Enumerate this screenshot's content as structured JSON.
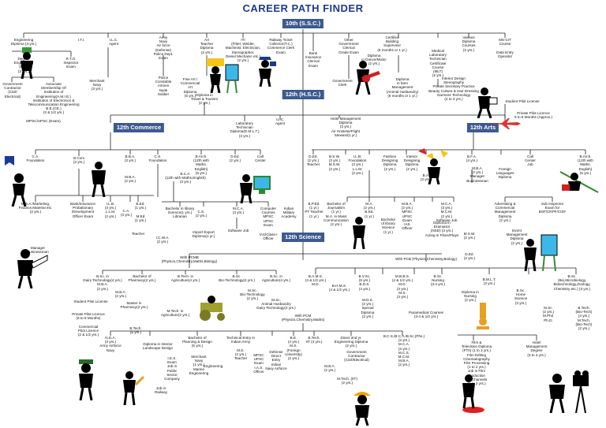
{
  "title": "CAREER PATH FINDER",
  "boxes": [
    {
      "id": "ssc",
      "label": "10th (S.S.C.)"
    },
    {
      "id": "hsc",
      "label": "12th (H.S.C.)"
    },
    {
      "id": "commerce",
      "label": "12th Commerce"
    },
    {
      "id": "arts",
      "label": "12th Arts"
    },
    {
      "id": "science",
      "label": "12th Science"
    }
  ],
  "nodes": [
    {
      "id": "n1",
      "text": "Engineering\nDiploma (3 yrs.)"
    },
    {
      "id": "n2",
      "text": "Degree\nEngineering\n(B.E.)\n(3 yrs.)"
    },
    {
      "id": "n3",
      "text": "R.T.O.\nInspector\nExam"
    },
    {
      "id": "n4",
      "text": "Government\nContractor\n(Civil/\nElectrical)"
    },
    {
      "id": "n5",
      "text": "Associate\nMembership Of\nInstitution of\nEngineering(A.M.I.E.)\nInstitution of Electronics &\nTelecommunication Engineering\nB.E.(CE.)\n(3 & 1/2 yrs.)"
    },
    {
      "id": "n6",
      "text": "Merchant\nNavy\n(3 yrs.)"
    },
    {
      "id": "n7",
      "text": "MPSC/UPSC (Exam)"
    },
    {
      "id": "n8",
      "text": "I.T.I."
    },
    {
      "id": "n9",
      "text": "I.L.C.\nAgent"
    },
    {
      "id": "n10",
      "text": "Army\nNavy\nAir force\n(Defense)\nPolice Dept.\nExam"
    },
    {
      "id": "n11",
      "text": "Police\nConstable\nAirmen\nNyak\nSoldier"
    },
    {
      "id": "n12",
      "text": "Art\nTeacher\nDiploma\n(2 yrs.)"
    },
    {
      "id": "n13",
      "text": "Fine Art /\nCommercial\nArt\nDiploma\n(5 yrs.)"
    },
    {
      "id": "n14",
      "text": "ITI\n(Fitter, Welder,\nMachinist, Electrician,\nStenographer,\nDiesel Mechanic etc.)\n(2 yrs.)"
    },
    {
      "id": "n15",
      "text": "Railway Ticket\nCollector(T.C.)\nCommerce Clerk\nExam"
    },
    {
      "id": "n16",
      "text": "Bank\nInsurance\nClerical\nExam"
    },
    {
      "id": "n17",
      "text": "Other\nGovernment\nClerical\nGrade Exam"
    },
    {
      "id": "n18",
      "text": "Government\nClerk"
    },
    {
      "id": "n19",
      "text": "Certified\nBuilding\nSupervisor\n(6 months or 1 yr.)"
    },
    {
      "id": "n20",
      "text": "Diploma\nin Dance/Music\n(2 yrs.)"
    },
    {
      "id": "n21",
      "text": "Diploma\nin farm\nManagement\n(Animal Husbandry)\n(6 months or 1 yr.)"
    },
    {
      "id": "n22",
      "text": "Medical\nLaboratory\nTechnician\nCertificate\nCourse\n(MLT)\n(2 yrs.)"
    },
    {
      "id": "n23",
      "text": "Various\nDiploma\nCourses\n(2 yrs.)"
    },
    {
      "id": "n24",
      "text": "MS-CIT\nCourse\n\nData Entry\nOperator"
    },
    {
      "id": "n25",
      "text": "Interior Design\nStenography\nPrivate Secretary Practice\nBeauty Culture & Hair Dressing\nGarment Technology\n(2 to 3 yrs.)"
    },
    {
      "id": "n26",
      "text": "Student Pilot License"
    },
    {
      "id": "n27",
      "text": "Private Pilot Licence\n6 to 8 Months (Approx.)"
    },
    {
      "id": "n28",
      "text": "Diploma in\nTravel & Tourism\n(2 yrs.)"
    },
    {
      "id": "n29",
      "text": "Laboratory\nTechnician\nDiploma(D.M.L.T.)\n(3 yrs.)"
    },
    {
      "id": "n30",
      "text": "I.L.C.\nAgent"
    },
    {
      "id": "n31",
      "text": "Hotel Management\nDiploma\n(3 yrs.)\nAir Hostess/Flight\nSteward(1 yr.)"
    },
    {
      "id": "n32",
      "text": "C.A.\nFoundation"
    },
    {
      "id": "n33",
      "text": "B.Com\n(3 yrs.)"
    },
    {
      "id": "n34",
      "text": "B.B.A.\n(3 yrs.)"
    },
    {
      "id": "n35",
      "text": "C.S.\nFoundation"
    },
    {
      "id": "n36",
      "text": "B.Arch.\n(12th with\nMaths,\nEnglish)\n(5 yrs.)"
    },
    {
      "id": "n37",
      "text": "D.Ed.\n(2 yrs.)"
    },
    {
      "id": "n38",
      "text": "Call\nCenter"
    },
    {
      "id": "n39",
      "text": "B.C.A.\n(12th with Maths,English)\n(3 yrs.)"
    },
    {
      "id": "n40",
      "text": "M.B.A.\n(2 yrs.)"
    },
    {
      "id": "n41",
      "text": "M.B.A./Marketing,\nFinance,Material etc.\n(2 yrs.)"
    },
    {
      "id": "n42",
      "text": "Bank/Insurance\nProbationary\n/Development\nOfficer Exam"
    },
    {
      "id": "n43",
      "text": "I.C.W.A.\n(2 yrs.)"
    },
    {
      "id": "n44",
      "text": "I.L.B.\n(3 yrs.)\nL.L.M.\n(2 yrs.)"
    },
    {
      "id": "n45",
      "text": "C.A.\n(3 yrs.)"
    },
    {
      "id": "n46",
      "text": "B.Ed.\n(1 yrs.)\n\nM.Ed\n(1 yrs.)"
    },
    {
      "id": "n47",
      "text": "Teacher"
    },
    {
      "id": "n48",
      "text": "Manager\nBusinessman"
    },
    {
      "id": "n49",
      "text": "Bachelor in library\nScience(1 yrs.)\nLibrarian"
    },
    {
      "id": "n50",
      "text": "C.S.\n(2 yrs.)"
    },
    {
      "id": "n51",
      "text": "M.C.A.\n(3 yrs.)"
    },
    {
      "id": "n52",
      "text": "Computer\nCourses\nMPSC\nUPSC\nExam"
    },
    {
      "id": "n53",
      "text": "Indian\nMilitary\nAcademy"
    },
    {
      "id": "n54",
      "text": "Import Export\nDiploma(1 yr.)"
    },
    {
      "id": "n55",
      "text": "Software Job"
    },
    {
      "id": "n56",
      "text": "IAS/Class-I\nOfficer"
    },
    {
      "id": "n57",
      "text": "D.Ed.\n(2 yrs.)\nTeacher"
    },
    {
      "id": "n58",
      "text": "B.S.W.\n(3 yrs.)\nM.S.W.\n(2 yrs.)"
    },
    {
      "id": "n59",
      "text": "I.L.B.\nFoundation\n(3 yrs.)\nL.L.M.\n(2 yrs.)"
    },
    {
      "id": "n60",
      "text": "Fashion\nDesigning\nDiploma\n(2 yrs.)"
    },
    {
      "id": "n61",
      "text": "Interior\nDesigning\nDiploma\n(2 yrs.)"
    },
    {
      "id": "n62",
      "text": "B.A.\n(3 yrs.)"
    },
    {
      "id": "n63",
      "text": "B.F.A.\n(4 yrs.)"
    },
    {
      "id": "n64",
      "text": "Foreign\nLanguages\nDiploma"
    },
    {
      "id": "n65",
      "text": "Call\nCenter\nJob"
    },
    {
      "id": "n66",
      "text": "B.Arch.\n(12th with Maths,\nEnglish)\n(5 yrs.)"
    },
    {
      "id": "n67",
      "text": "M.B.A.\n(2 yrs.)\nManager\nBusinessman"
    },
    {
      "id": "n68",
      "text": "Advertising &\nCommercial\nManagement\nDiploma\n(2 yrs.)"
    },
    {
      "id": "n69",
      "text": "Sub Inspector\nExam for\nBSF/CRPF/CISF"
    },
    {
      "id": "n70",
      "text": "Event\nManagement\nDiploma\n(2 yrs.)"
    },
    {
      "id": "n71",
      "text": "B.P.Ed.\n(1 yr.)\nPT Teacher\n(1 yr.)"
    },
    {
      "id": "n72",
      "text": "Bachelor of\nJournalism\n(1 yr.)\nM.A. in Mass\nCommunication\n(2 yrs.)"
    },
    {
      "id": "n73",
      "text": "M.A.\n(2 yrs.)\nB.Ed.\n(1 yr.)"
    },
    {
      "id": "n74",
      "text": "M.B.A.\n(2 yrs.)\nMPSC\nUPSC\nExam\nIAS\nOfficer"
    },
    {
      "id": "n75",
      "text": "Bachelor\nof library\nScience\n(1 yr.)"
    },
    {
      "id": "n76",
      "text": "Diploma in\nDramatics\n(NSD) (3 yrs.)\nActing in Films/Plays"
    },
    {
      "id": "n77",
      "text": "M.C.A.\n(3 yrs.)\nM.C.M.\n(2 yrs.)\nSoftware Job"
    },
    {
      "id": "n78",
      "text": "M.S.W.\n(2 yrs.)"
    },
    {
      "id": "n79",
      "text": "D.Ed.\n(2 yrs.)"
    },
    {
      "id": "n80",
      "text": "With PCMB\n(Physics,Chemistry,Maths,Biology)"
    },
    {
      "id": "n81",
      "text": "With PCB (Physics,Chemistry,Biology)"
    },
    {
      "id": "n82",
      "text": "B.Sc. in\nDairy Technology(4 yrs.)\nM.B.A.\n(2 yrs.)"
    },
    {
      "id": "n83",
      "text": "Bachelor of\nPharmacy(2 yrs.)"
    },
    {
      "id": "n84",
      "text": "B.Tech. in\nAgriculture(4 yrs.)"
    },
    {
      "id": "n85",
      "text": "B.Sc.\nBio-Technology(4 yrs.)"
    },
    {
      "id": "n86",
      "text": "B.Sc. in\nAgriculture(4 yrs.)"
    },
    {
      "id": "n87",
      "text": "M.B.A.\n(2 yrs.)"
    },
    {
      "id": "n88",
      "text": "Student Pilot License"
    },
    {
      "id": "n89",
      "text": "Master in\nPharmacy(2 yrs.)"
    },
    {
      "id": "n90",
      "text": "Private Pilot Licence\n(6 to 8 Months)"
    },
    {
      "id": "n91",
      "text": "Commercial\nPilot Licence\n(2 & 1/2 yrs.)"
    },
    {
      "id": "n92",
      "text": "M.Tech. in\nAgriculture(2 yrs.)"
    },
    {
      "id": "n93",
      "text": "M.Sc.\nBio-Technology\n(2 yrs.)"
    },
    {
      "id": "n94",
      "text": "M.Sc.\nAnimal Husbandry\nDairy Technology(2 yrs.)"
    },
    {
      "id": "n95",
      "text": "With PCM\n(Physics,Chemistry,Maths)"
    },
    {
      "id": "n96",
      "text": "B.A.M.S.\n(4 & 1/2 yrs.)\nM.D."
    },
    {
      "id": "n97",
      "text": "B.H.M.S.\n(4 & 1/2 yrs.)"
    },
    {
      "id": "n98",
      "text": "B.V.Sc.\n(5 yrs.)\nB.D.S.\n(4 yrs.)"
    },
    {
      "id": "n99",
      "text": "M.B.B.S.\n(4 & 1/2 yrs.)\nM.D.\n(3 yrs.)\nM.S.\n(3 yrs.)"
    },
    {
      "id": "n100",
      "text": "B.Sc.\nNursing\n(3-4 yrs.)"
    },
    {
      "id": "n101",
      "text": "M.D.S.\n(2 yrs.)\nSpecial\nDiploma\n(2 yrs.)"
    },
    {
      "id": "n102",
      "text": "Paramedical Courses\n(3-4 & 1/2 yrs.)"
    },
    {
      "id": "n103",
      "text": "Diploma in\nNursing\n(2 yrs.)"
    },
    {
      "id": "n104",
      "text": "B.M.L.T.\n(3 yrs.)"
    },
    {
      "id": "n105",
      "text": "B.Sc.\nHome\nScience\n(3 yrs.)"
    },
    {
      "id": "n106",
      "text": "B.Sc.\n(Bio,Microbiology,\nBiotechnology,Zoology,\nChemistry etc.) (3 yrs.)"
    },
    {
      "id": "n107",
      "text": "M.Sc.\n(2 yrs.)\nM.Phil.\nPh.D."
    },
    {
      "id": "n108",
      "text": "B.Tech.\n(Bio-Tech)\n(4 yrs.)\nM.Tech.\n(Bio-Tech)\n(2 yrs.)"
    },
    {
      "id": "n109",
      "text": "N.D.A.\n(3 yrs.)\nArmy    Airforce\nNavy"
    },
    {
      "id": "n110",
      "text": "B.Tech.\n(5 yrs.)"
    },
    {
      "id": "n111",
      "text": "Diploma in Interior\nLandscape Design"
    },
    {
      "id": "n112",
      "text": "Bachelor of\nPlanning & Design\n(5 yrs.)"
    },
    {
      "id": "n113",
      "text": "I.E.S.\nExam\nJob in\nPublic\nSector\nCompany"
    },
    {
      "id": "n114",
      "text": "Job in\nRailway"
    },
    {
      "id": "n115",
      "text": "Merchant\nNavy\n(1 yrs.)\nMarine\nEngineering"
    },
    {
      "id": "n116",
      "text": "Engineering"
    },
    {
      "id": "n117",
      "text": "Technical Entry in\nIndian Army\n\nM.E.\n(2 yrs.)\nTeacher"
    },
    {
      "id": "n118",
      "text": "MPSC\nUPSC\nExam\nI.A.S.\nOfficer"
    },
    {
      "id": "n119",
      "text": "Defense\nDirect\nEntry\nIndian\nNavy   Airforce"
    },
    {
      "id": "n120",
      "text": "B.E.\n(4 yrs.)\nM.S.\n(Foreign\nUniversity)\n(2 yrs.)"
    },
    {
      "id": "n121",
      "text": "B.Tech.\nIIT (4 yrs.)"
    },
    {
      "id": "n122",
      "text": "Direct 2nd yr.\nEngineering Diploma\n(2 yrs.)"
    },
    {
      "id": "n123",
      "text": "Government\nContractor\n(Civil/Electrical)"
    },
    {
      "id": "n124",
      "text": "M.B.A.\n(2 yrs.)"
    },
    {
      "id": "n125",
      "text": "M.Tech. (IIT)\n(2 yrs.)"
    },
    {
      "id": "n126",
      "text": "B.C.S./B.C.A./B.Sc.(Phs.)\n(3 yrs.)\nM.C.A.\n(3 yrs.)\nM.C.S.\nM.C.M.\nM.B.A.\n(2 yrs.)"
    },
    {
      "id": "n127",
      "text": "Film &\nTelevision Diploma\n(FTII) (1 to 2 yrs.)\nFilm Editing\nCinematography\nFilm Processing\n(1 to 2 yrs.)\nJob in Film\nProduction\nTV Channels\n(1 to 2 yrs.)"
    },
    {
      "id": "n128",
      "text": "Hotel\nManagement\nDegree\n(3 to 4 yrs.)"
    }
  ],
  "figures": [
    {
      "id": "f1",
      "icon": "figure-chef-icon"
    },
    {
      "id": "f2",
      "icon": "figure-artist-icon"
    },
    {
      "id": "f3",
      "icon": "figure-soldier-icon"
    },
    {
      "id": "f4",
      "icon": "figure-guitarist-icon"
    },
    {
      "id": "f5",
      "icon": "figure-reader-icon"
    },
    {
      "id": "f6",
      "icon": "figure-graduate-icon"
    },
    {
      "id": "f7",
      "icon": "figure-businessman-icon"
    },
    {
      "id": "f8",
      "icon": "figure-computer-icon"
    },
    {
      "id": "f9",
      "icon": "figure-teacher-icon"
    },
    {
      "id": "f10",
      "icon": "figure-presenter-icon"
    },
    {
      "id": "f11",
      "icon": "figure-painter-icon"
    },
    {
      "id": "f12",
      "icon": "figure-farmer-icon"
    },
    {
      "id": "f13",
      "icon": "figure-doctor-icon"
    },
    {
      "id": "f14",
      "icon": "figure-engineer-icon"
    },
    {
      "id": "f15",
      "icon": "figure-filmmaker-icon"
    },
    {
      "id": "f16",
      "icon": "figure-dancer-icon"
    },
    {
      "id": "f17",
      "icon": "airplane-icon"
    },
    {
      "id": "f18",
      "icon": "figure-skater-icon"
    }
  ]
}
